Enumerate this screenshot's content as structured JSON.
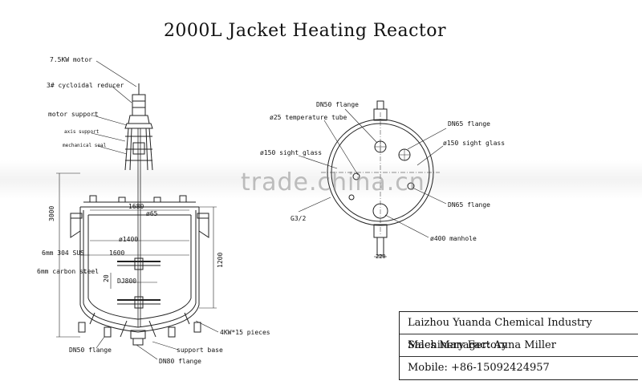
{
  "title": "2000L  Jacket Heating Reactor",
  "watermark": "trade.china.cn",
  "left_labels": {
    "motor": "7.5KW motor",
    "reducer": "3# cycloidal reducer",
    "motor_support": "motor support",
    "axis_support": "axis support",
    "mechanical_seal": "mechanical seal",
    "inner_wall": "6mm 304 SUS",
    "outer_wall": "6mm carbon steel",
    "heaters": "4KW*15 pieces",
    "support_base": "support base",
    "dn50_flange": "DN50 flange",
    "dn80_flange": "DN80 flange"
  },
  "dimensions": {
    "total_height": "3000",
    "body_height": "1200",
    "d1680": "1680",
    "phi65": "ø65",
    "phi1400": "ø1400",
    "d1600": "1600",
    "d20": "20",
    "dj800": "DJ800"
  },
  "top_view_labels": {
    "dn50_flange": "DN50 flange",
    "temp_tube": "ø25 temperature tube",
    "sight_glass_left": "ø150 sight glass",
    "g32": "G3/2",
    "dn65_flange_top": "DN65 flange",
    "sight_glass_right": "ø150 sight glass",
    "dn65_flange_bottom": "DN65 flange",
    "manhole": "ø400 manhole",
    "lug_dim": "220"
  },
  "title_block": {
    "company": "Laizhou Yuanda Chemical Industry Machinery Factory",
    "manager": "Sales Manager: Anna Miller",
    "mobile": "Mobile: +86-15092424957"
  }
}
